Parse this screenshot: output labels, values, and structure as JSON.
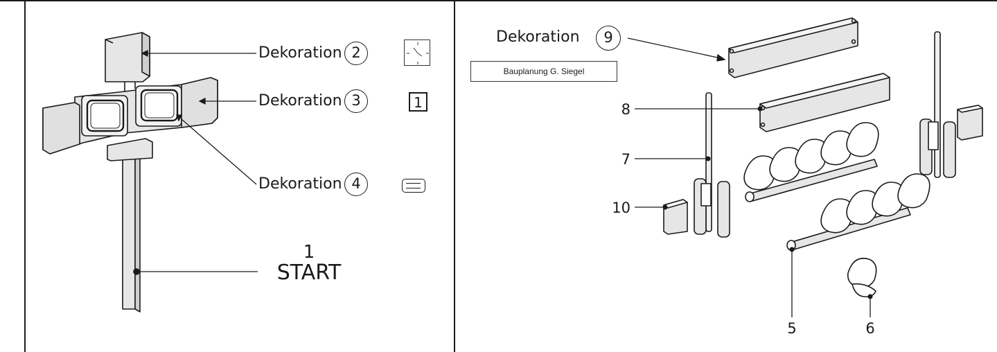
{
  "left_panel": {
    "callouts": [
      {
        "text": "Dekoration",
        "number": "2",
        "icon": "clock-icon"
      },
      {
        "text": "Dekoration",
        "number": "3",
        "icon": "digit-one-icon"
      },
      {
        "text": "Dekoration",
        "number": "4",
        "icon": "display-panel-icon"
      }
    ],
    "start": {
      "number": "1",
      "label": "START"
    },
    "digit_icon_text": "1"
  },
  "right_panel": {
    "title_callout": {
      "text": "Dekoration",
      "number": "9"
    },
    "note": "Bauplanung G. Siegel",
    "part_numbers": {
      "p8": "8",
      "p7": "7",
      "p10": "10",
      "p5": "5",
      "p6": "6"
    }
  },
  "colors": {
    "line": "#1a1a1a",
    "fill": "#e6e6e6",
    "background": "#ffffff"
  }
}
